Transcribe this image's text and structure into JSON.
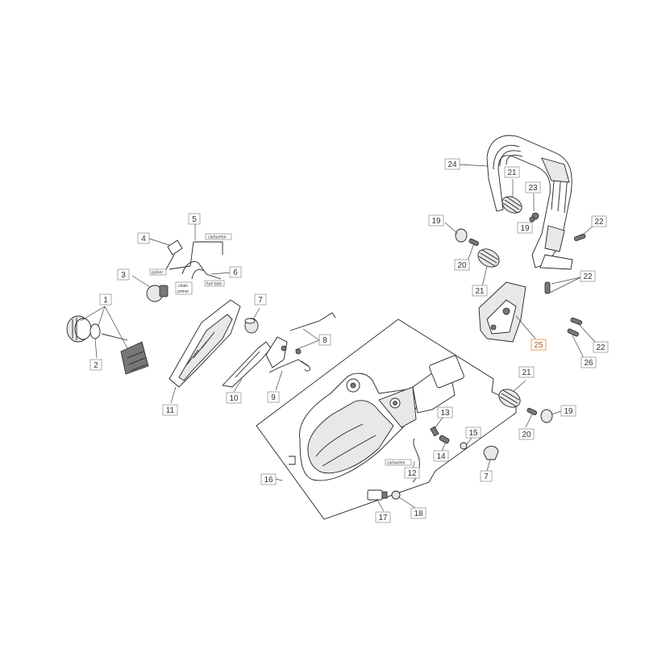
{
  "callouts": {
    "c1": "1",
    "c2": "2",
    "c3": "3",
    "c4": "4",
    "c5": "5",
    "c6": "6",
    "c7a": "7",
    "c7b": "7",
    "c8": "8",
    "c9": "9",
    "c10": "10",
    "c11": "11",
    "c12": "12",
    "c13": "13",
    "c14": "14",
    "c15": "15",
    "c16": "16",
    "c17": "17",
    "c18": "18",
    "c19a": "19",
    "c19b": "19",
    "c19c": "19",
    "c20a": "20",
    "c20b": "20",
    "c21a": "21",
    "c21b": "21",
    "c21c": "21",
    "c22a": "22",
    "c22b": "22",
    "c22c": "22",
    "c23": "23",
    "c24": "24",
    "c25": "25",
    "c26": "26"
  },
  "hose_labels": {
    "carburetor_top": "carburetor",
    "primer": "primer",
    "chain_primer_1": "chain",
    "chain_primer_2": "primer",
    "fuel_tank": "fuel tank",
    "carburetor_bottom": "carburetor"
  },
  "colors": {
    "highlight": "#b75a16",
    "highlight_box": "#e6a35a"
  }
}
